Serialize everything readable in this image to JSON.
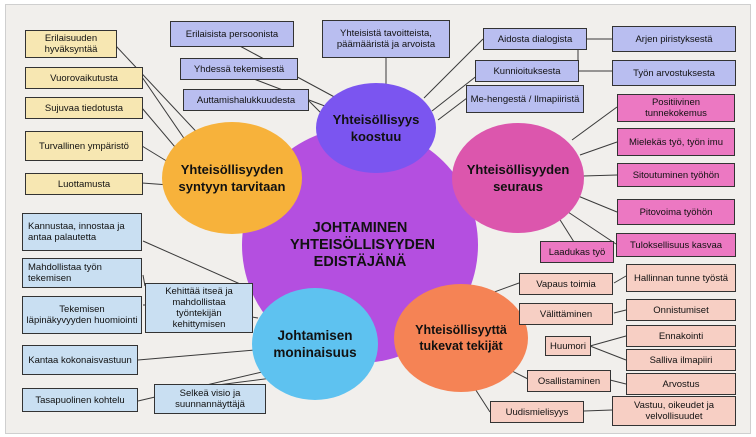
{
  "center": {
    "title": "JOHTAMINEN YHTEISÖLLISYYDEN EDISTÄJÄNÄ"
  },
  "circles": {
    "koostuu": "Yhteisöllisyys koostuu",
    "tarvitaan": "Yhteisöllisyyden syntyyn tarvitaan",
    "seuraus": "Yhteisöllisyyden seuraus",
    "moninaisuus": "Johtamisen moninaisuus",
    "tukevat": "Yhteisöllisyyttä tukevat tekijät"
  },
  "boxes": {
    "erilaisuuden": "Erilaisuuden hyväksyntää",
    "vuorovaikutusta": "Vuorovaikutusta",
    "sujuvaa": "Sujuvaa tiedotusta",
    "turvallinen": "Turvallinen ympäristö",
    "luottamusta": "Luottamusta",
    "persoonista": "Erilaisista persoonista",
    "tekemisesta": "Yhdessä tekemisestä",
    "auttamis": "Auttamishalukkuudesta",
    "tavoitteista": "Yhteisistä tavoitteista, päämääristä ja arvoista",
    "dialogista": "Aidosta dialogista",
    "kunnioituksesta": "Kunnioituksesta",
    "mehenki": "Me-hengestä / Ilmapiiristä",
    "arjen": "Arjen piristyksestä",
    "tyon_arvostus": "Työn arvostuksesta",
    "positiivinen": "Positiivinen tunnekokemus",
    "mielekas": "Mielekäs työ, työn imu",
    "sitoutuminen": "Sitoutuminen työhön",
    "pitovoima": "Pitovoima työhön",
    "tuloksellisuus": "Tuloksellisuus kasvaa",
    "laadukas": "Laadukas työ",
    "kannustaa": "Kannustaa, innostaa ja antaa palautetta",
    "mahdollistaa": "Mahdollistaa työn tekemisen",
    "lapinakyvyys": "Tekemisen läpinäkyvyyden huomiointi",
    "kokonais": "Kantaa kokonaisvastuun",
    "tasapuolinen": "Tasapuolinen kohtelu",
    "kehittaa": "Kehittää itseä ja mahdollistaa työntekijän kehittymisen",
    "selkea": "Selkeä visio ja suunnannäyttäjä",
    "vapaus": "Vapaus toimia",
    "hallinnan": "Hallinnan tunne työstä",
    "valittaminen": "Välittäminen",
    "onnistumiset": "Onnistumiset",
    "ennakointi": "Ennakointi",
    "huumori": "Huumori",
    "salliva": "Salliva ilmapiiri",
    "osallistaminen": "Osallistaminen",
    "arvostus": "Arvostus",
    "uudismielisyys": "Uudismielisyys",
    "vastuu": "Vastuu, oikeudet ja velvollisuudet"
  },
  "colors": {
    "center": "#b44fe0",
    "koostuu": "#7b55f0",
    "tarvitaan": "#f7b23b",
    "seuraus": "#dc56ad",
    "moninaisuus": "#5ec2f0",
    "tukevat": "#f58355"
  }
}
